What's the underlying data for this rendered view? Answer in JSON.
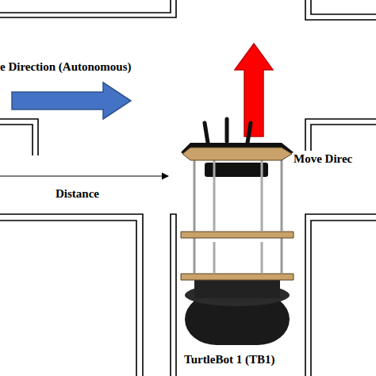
{
  "diagram": {
    "labels": [
      "e Direction (Autonomous)",
      "Move Direc",
      "Distance",
      "TurtleBot 1 (TB1)"
    ]
  }
}
